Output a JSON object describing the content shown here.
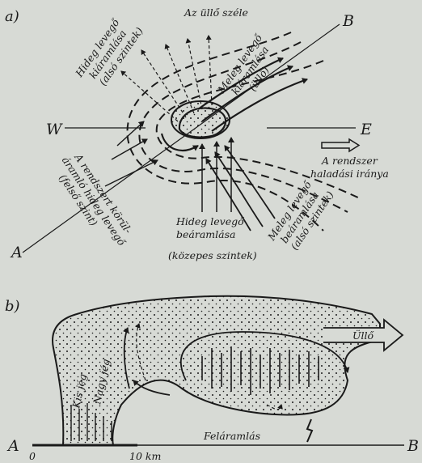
{
  "panel_a": {
    "panel_label": "a)",
    "labels": {
      "anvil_edge": "Az üllő széle",
      "B": "B",
      "A": "A",
      "W": "W",
      "E": "E",
      "cold_outflow": [
        "Hideg levegő",
        "kiáramlása",
        "(alsó szintek)"
      ],
      "warm_outflow": [
        "Meleg levegő",
        "kiáramlása",
        "(üllő)"
      ],
      "cold_inflow_mid": [
        "Hideg levegő",
        "beáramlása",
        "(közepes szintek)"
      ],
      "warm_inflow_low": [
        "Meleg levegő",
        "beáramlása",
        "(alsó szintek)"
      ],
      "surrounding_air": [
        "A rendszert körül-",
        "áramló hideg levegő",
        "(felső szint)"
      ],
      "motion_direction": [
        "A rendszer",
        "haladási iránya"
      ]
    }
  },
  "panel_b": {
    "panel_label": "b)",
    "labels": {
      "anvil": "Üllő",
      "small_ice": "Kis jég",
      "large_ice": "Nagy jég",
      "updraft": "Feláramlás",
      "A": "A",
      "B": "B",
      "zero": "0",
      "ten_km": "10 km"
    }
  },
  "colors": {
    "ink": "#1a1a1a",
    "paper": "#d7dad5"
  }
}
